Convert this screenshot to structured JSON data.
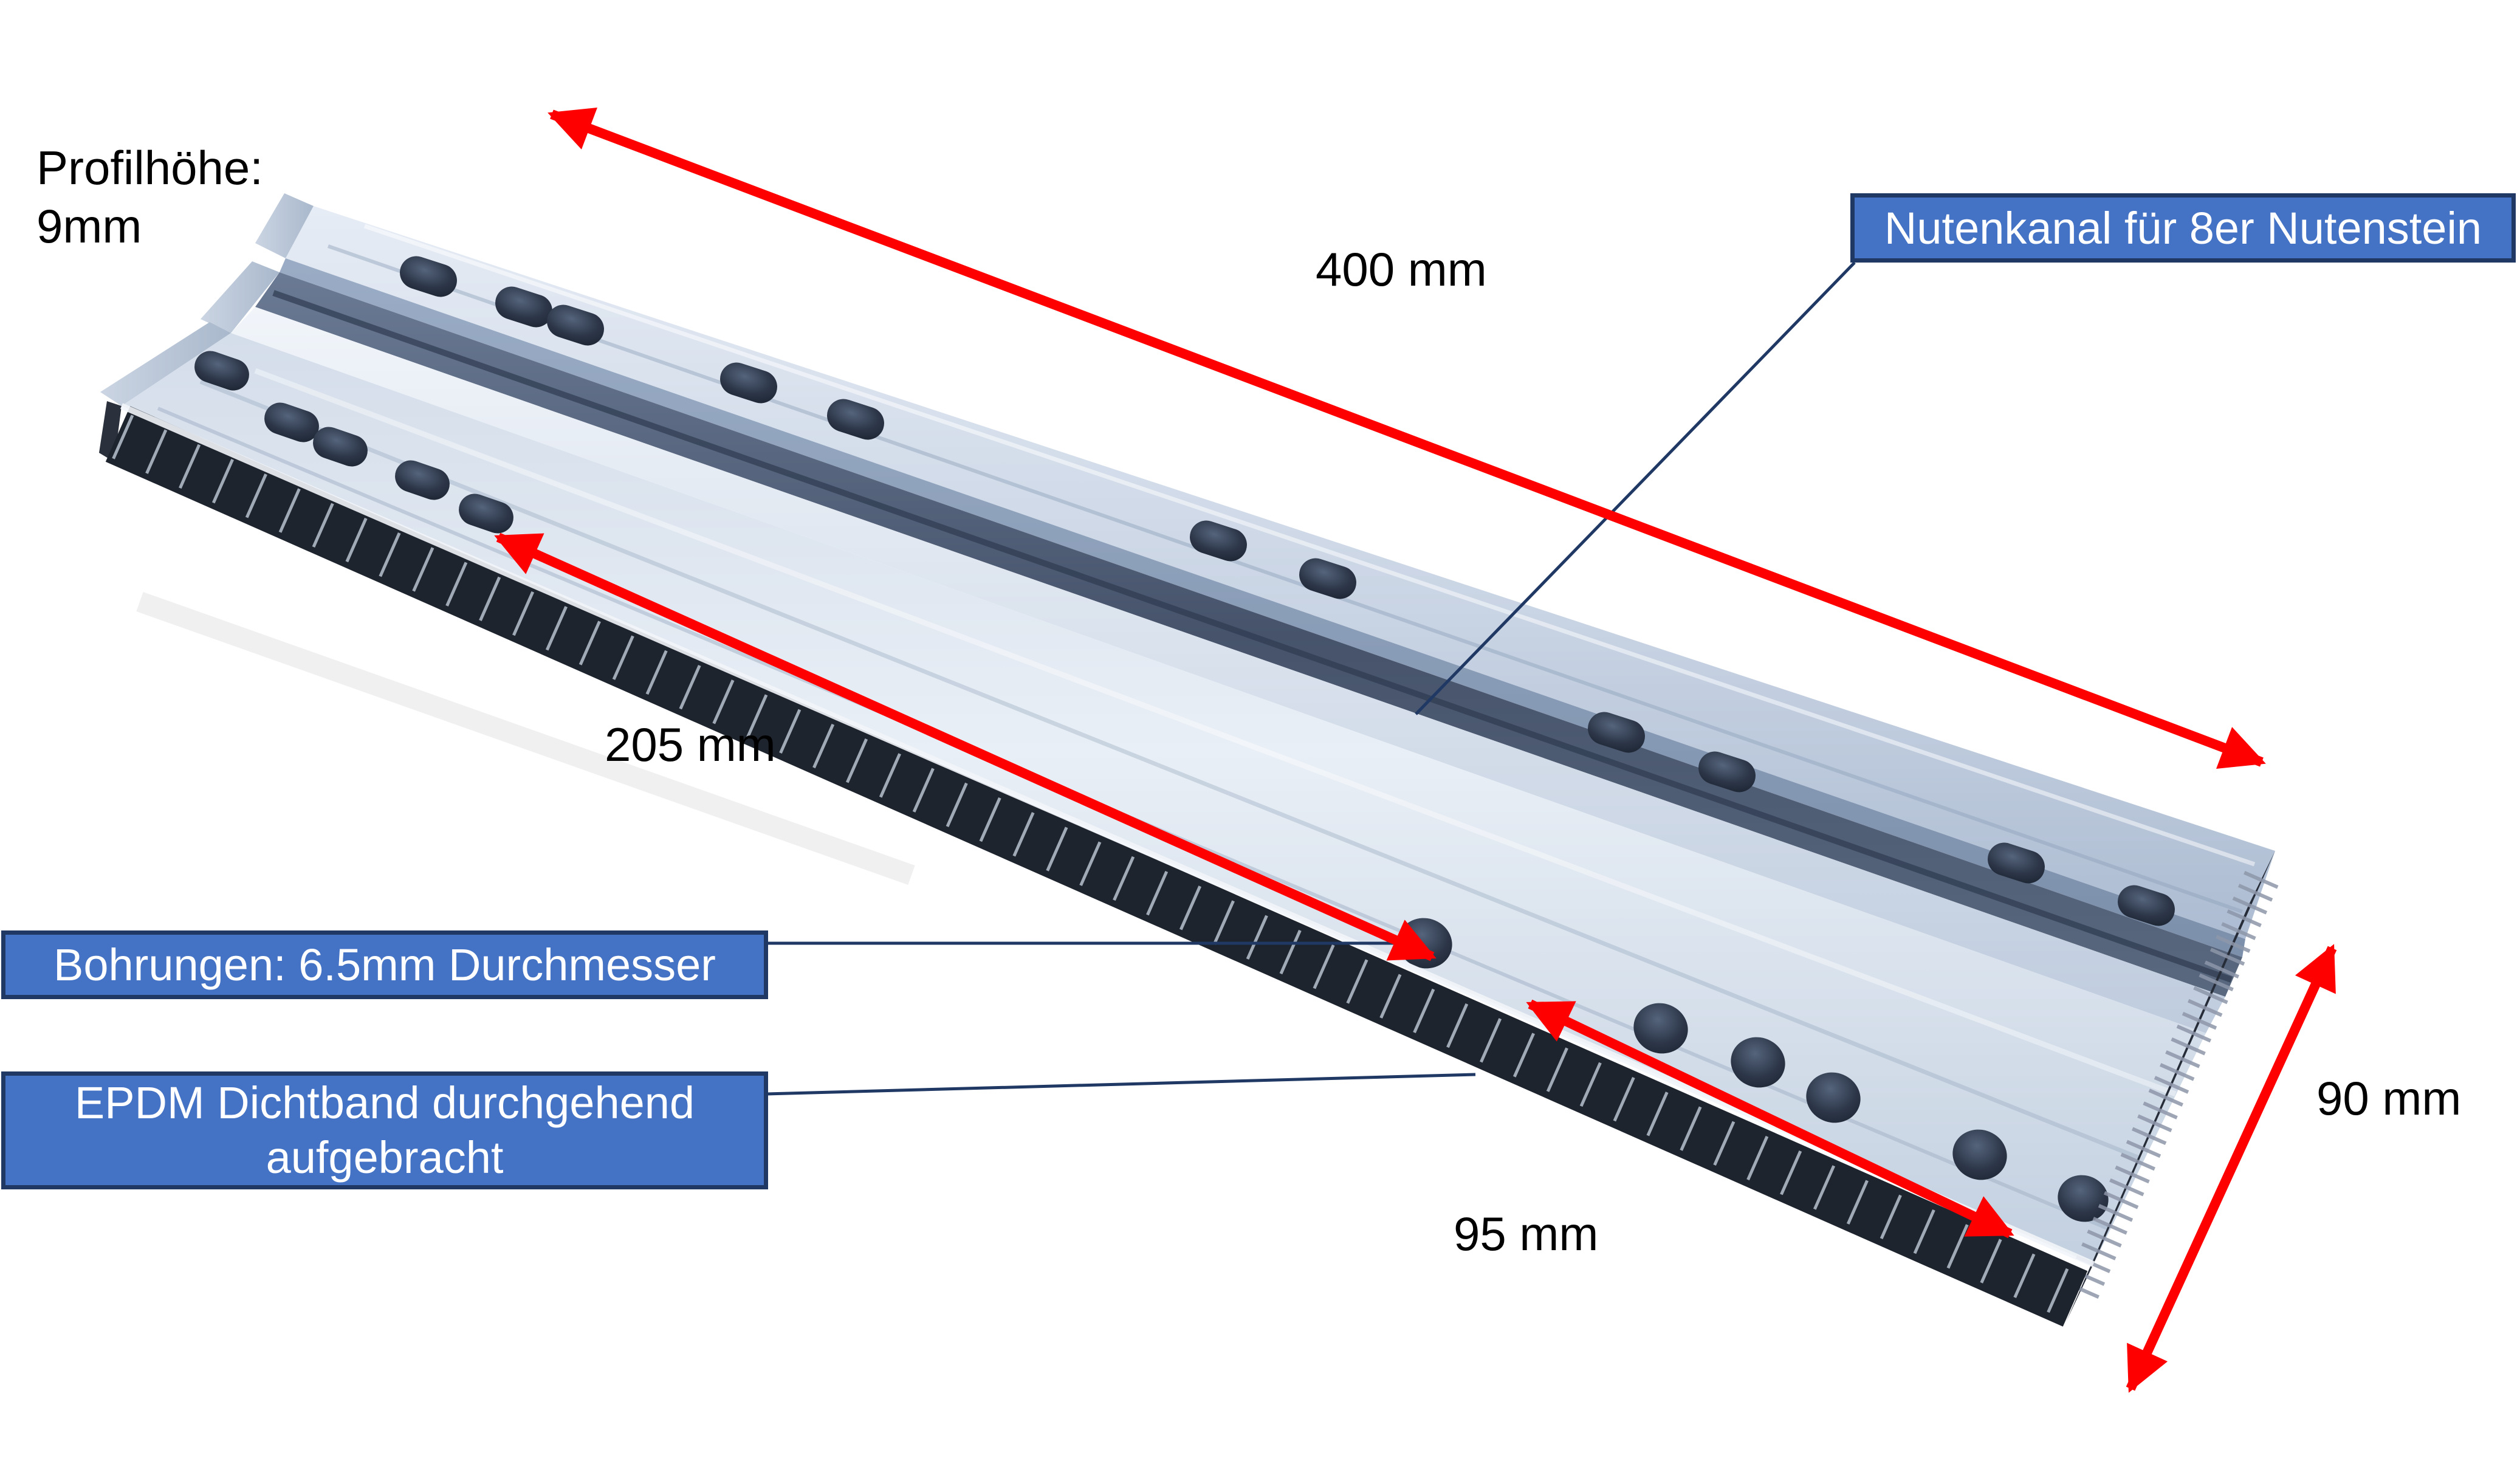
{
  "colors": {
    "background": "#FFFFFF",
    "accent_blue": "#4472C4",
    "border_navy": "#1F3864",
    "leader_navy": "#1F3864",
    "arrow_red": "#FF0000",
    "text_black": "#000000",
    "text_white": "#FFFFFF",
    "aluminum_light": "#E7EDF5",
    "aluminum_mid": "#B7C5D9",
    "aluminum_shadow": "#3F4C63",
    "epdm_dark": "#1E242E"
  },
  "annotations": {
    "profile_height": {
      "line1": "Profilhöhe:",
      "line2": "9mm"
    },
    "dim_length": "400 mm",
    "dim_slot_row": "205 mm",
    "dim_hole_row": "95 mm",
    "dim_width": "90 mm",
    "callout_nutenkanal": "Nutenkanal für 8er Nutenstein",
    "callout_bohrungen": "Bohrungen: 6.5mm Durchmesser",
    "callout_epdm": "EPDM Dichtband durchgehend\naufgebracht"
  }
}
